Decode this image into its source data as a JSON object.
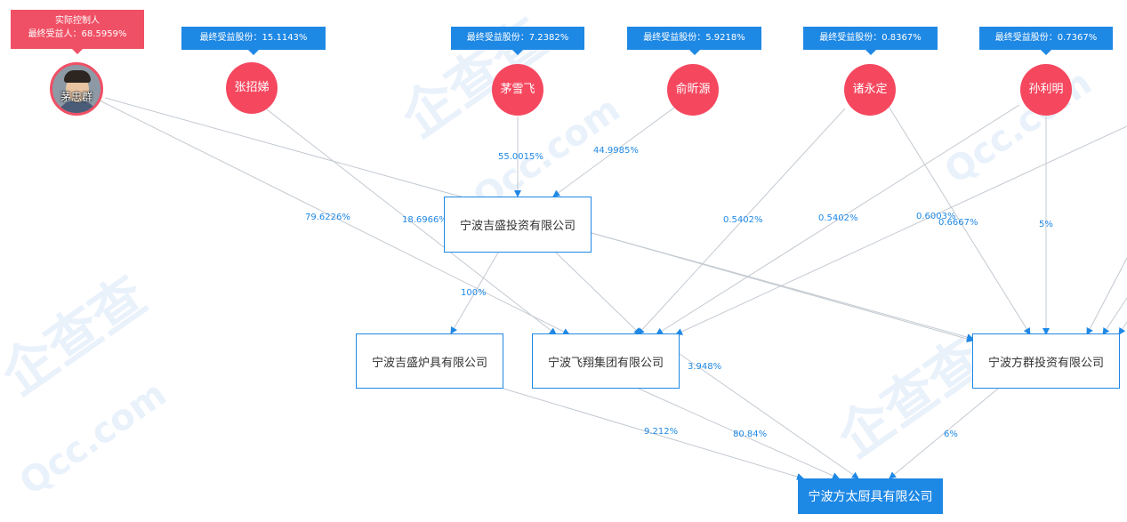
{
  "watermark": {
    "brand_text": "企查查",
    "site_text": "Qcc.com"
  },
  "persons": [
    {
      "id": "maosiqun",
      "name": "茅忠群",
      "tag_line1": "实际控制人",
      "tag_line2": "最终受益人：68.5959%"
    },
    {
      "id": "zhangzhaodi",
      "name": "张招娣",
      "tag": "最终受益股份：15.1143%"
    },
    {
      "id": "maoxuefei",
      "name": "茅雪飞",
      "tag": "最终受益股份：7.2382%"
    },
    {
      "id": "yuxinyuan",
      "name": "俞昕源",
      "tag": "最终受益股份：5.9218%"
    },
    {
      "id": "zhuyongding",
      "name": "诸永定",
      "tag": "最终受益股份：0.8367%"
    },
    {
      "id": "sunliming",
      "name": "孙利明",
      "tag": "最终受益股份：0.7367%"
    }
  ],
  "companies": {
    "jisheng_invest": "宁波吉盛投资有限公司",
    "jisheng_stove": "宁波吉盛炉具有限公司",
    "feixiang": "宁波飞翔集团有限公司",
    "fangqun": "宁波方群投资有限公司",
    "target": "宁波方太厨具有限公司"
  },
  "percentages": {
    "mao_to_feixiang": "79.6226%",
    "zhang_to_feixiang": "18.6966%",
    "maoxuefei_to_jisheng": "55.0015%",
    "yu_to_jisheng": "44.9985%",
    "zhu_to_feixiang": "0.5402%",
    "sun_to_feixiang": "0.5402%",
    "zhu_to_fangqun_a": "0.6003%",
    "zhu_to_fangqun_b": "0.6667%",
    "sun_to_fangqun": "5%",
    "jisheng_to_stove": "100%",
    "feixiang_to_target": "80.84%",
    "stove_to_target": "9.212%",
    "jisheng_to_target": "3.948%",
    "fangqun_to_target": "6%"
  },
  "colors": {
    "accent_blue": "#1e88e5",
    "person_red": "#f5485f",
    "edge_gray": "#c3c9d1"
  }
}
